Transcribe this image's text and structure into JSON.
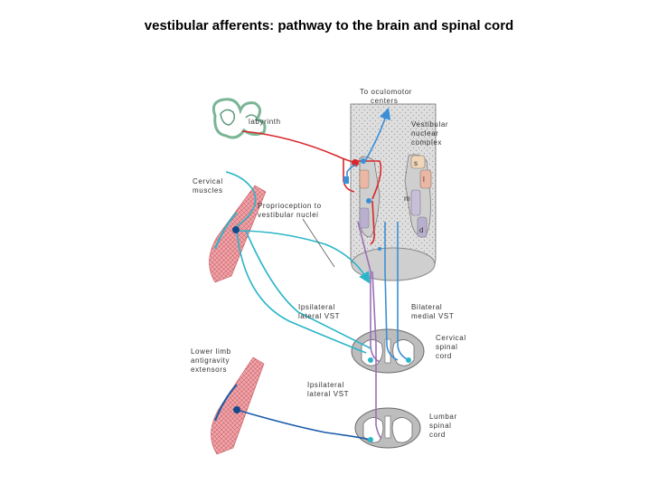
{
  "title": "vestibular afferents: pathway to the brain and spinal cord",
  "labels": {
    "oculomotor_1": "To oculomotor",
    "oculomotor_2": "centers",
    "labyrinth": "labyrinth",
    "vnc_1": "Vestibular",
    "vnc_2": "nuclear",
    "vnc_3": "complex",
    "cervical_muscles_1": "Cervical",
    "cervical_muscles_2": "muscles",
    "proprio_1": "Proprioception to",
    "proprio_2": "vestibular nuclei",
    "ipsi_lat_1": "Ipsilateral",
    "ipsi_lat_2": "lateral VST",
    "bilat_1": "Bilateral",
    "bilat_2": "medial VST",
    "cervical_cord_1": "Cervical",
    "cervical_cord_2": "spinal",
    "cervical_cord_3": "cord",
    "lower_limb_1": "Lower limb",
    "lower_limb_2": "antigravity",
    "lower_limb_3": "extensors",
    "ipsi_lat2_1": "Ipsilateral",
    "ipsi_lat2_2": "lateral VST",
    "lumbar_1": "Lumbar",
    "lumbar_2": "spinal",
    "lumbar_3": "cord",
    "nucleus_s": "s",
    "nucleus_l": "l",
    "nucleus_m": "m",
    "nucleus_d": "d"
  },
  "colors": {
    "red_pathway": "#d9262b",
    "blue_pathway": "#3a8fd6",
    "cyan_pathway": "#2ab5c8",
    "purple_pathway": "#9b6fb5",
    "deep_blue": "#1a5aa8",
    "muscle": "#e8888f",
    "brainstem": "#d4d4d4",
    "cord": "#bdbdbd"
  }
}
